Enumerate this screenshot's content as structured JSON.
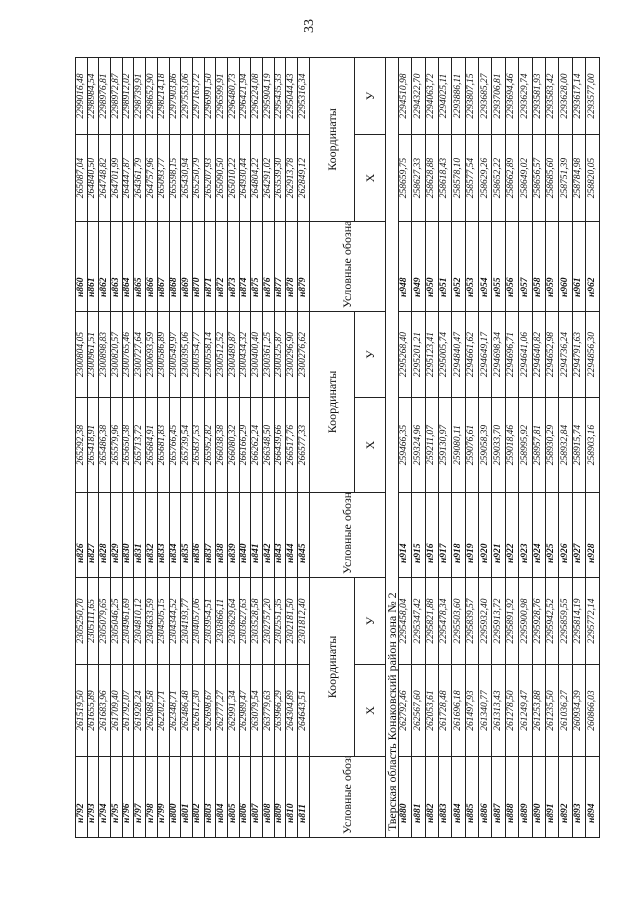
{
  "page_number": "33",
  "header": {
    "name": "Условные обозначения точки",
    "coords": "Координаты",
    "x": "Х",
    "y": "У"
  },
  "region_title": "Тверская область Конаковский район зона № 2",
  "section1": [
    [
      [
        "н792",
        "261519,50",
        "2305250,70"
      ],
      [
        "н826",
        "265292,38",
        "2300804,05"
      ],
      [
        "н860",
        "265087,04",
        "2299016,48"
      ]
    ],
    [
      [
        "н793",
        "261655,89",
        "2305111,65"
      ],
      [
        "н827",
        "265418,91",
        "2300961,51"
      ],
      [
        "н861",
        "264840,50",
        "2298984,54"
      ]
    ],
    [
      [
        "н794",
        "261683,96",
        "2305079,65"
      ],
      [
        "н828",
        "265486,38",
        "2300898,83"
      ],
      [
        "н862",
        "264748,82",
        "2298976,81"
      ]
    ],
    [
      [
        "н795",
        "261709,40",
        "2305046,25"
      ],
      [
        "н829",
        "265579,96",
        "2300820,57"
      ],
      [
        "н863",
        "264701,99",
        "2298972,87"
      ]
    ],
    [
      [
        "н796",
        "261792,07",
        "2304961,69"
      ],
      [
        "н830",
        "265650,38",
        "2300765,46"
      ],
      [
        "н864",
        "264447,87",
        "2298912,02"
      ]
    ],
    [
      [
        "н797",
        "261928,24",
        "2304810,12"
      ],
      [
        "н831",
        "265713,72",
        "2300727,64"
      ],
      [
        "н865",
        "264361,79",
        "2298739,91"
      ]
    ],
    [
      [
        "н798",
        "262088,58",
        "2304633,59"
      ],
      [
        "н832",
        "265684,91",
        "2300693,59"
      ],
      [
        "н866",
        "264757,96",
        "2298652,90"
      ]
    ],
    [
      [
        "н799",
        "262202,71",
        "2304505,15"
      ],
      [
        "н833",
        "265681,83",
        "2300586,89"
      ],
      [
        "н867",
        "265093,77",
        "2298214,18"
      ]
    ],
    [
      [
        "н800",
        "262348,71",
        "2304344,52"
      ],
      [
        "н834",
        "265766,45",
        "2300549,97"
      ],
      [
        "н868",
        "265598,15",
        "2297903,86"
      ]
    ],
    [
      [
        "н801",
        "262486,48",
        "2304193,77"
      ],
      [
        "н835",
        "265739,54",
        "2300395,06"
      ],
      [
        "н869",
        "265430,94",
        "2297553,06"
      ]
    ],
    [
      [
        "н802",
        "262612,30",
        "2304057,06"
      ],
      [
        "н836",
        "265837,53",
        "2300354,77"
      ],
      [
        "н870",
        "265250,79",
        "2297163,72"
      ]
    ],
    [
      [
        "н803",
        "262698,67",
        "2303954,51"
      ],
      [
        "н837",
        "265952,82",
        "2300558,14"
      ],
      [
        "н871",
        "265207,93",
        "2296991,50"
      ]
    ],
    [
      [
        "н804",
        "262777,27",
        "2303866,11"
      ],
      [
        "н838",
        "266038,38",
        "2300512,52"
      ],
      [
        "н872",
        "265090,50",
        "2296599,91"
      ]
    ],
    [
      [
        "н805",
        "262991,34",
        "2303629,64"
      ],
      [
        "н839",
        "266080,32",
        "2300489,87"
      ],
      [
        "н873",
        "265010,22",
        "2296480,73"
      ]
    ],
    [
      [
        "н806",
        "262989,47",
        "2303627,63"
      ],
      [
        "н840",
        "266166,29",
        "2300434,32"
      ],
      [
        "н874",
        "264930,44",
        "2296421,94"
      ]
    ],
    [
      [
        "н807",
        "263079,54",
        "2303528,58"
      ],
      [
        "н841",
        "266262,24",
        "2300400,40"
      ],
      [
        "н875",
        "264804,22",
        "2296224,08"
      ]
    ],
    [
      [
        "н808",
        "263779,63",
        "2302757,20"
      ],
      [
        "н842",
        "266348,50",
        "2300361,25"
      ],
      [
        "н876",
        "264291,02",
        "2295904,19"
      ]
    ],
    [
      [
        "н809",
        "263966,29",
        "2302551,35"
      ],
      [
        "н843",
        "266439,66",
        "2300325,87"
      ],
      [
        "н877",
        "263539,30",
        "2295435,33"
      ]
    ],
    [
      [
        "н810",
        "264304,89",
        "2302181,50"
      ],
      [
        "н844",
        "266517,76",
        "2300296,90"
      ],
      [
        "н878",
        "262913,78",
        "2295044,43"
      ]
    ],
    [
      [
        "н811",
        "264643,51",
        "2301812,40"
      ],
      [
        "н845",
        "266577,33",
        "2300276,62"
      ],
      [
        "н879",
        "262849,12",
        "2295316,34"
      ]
    ]
  ],
  "section2": [
    [
      [
        "н880",
        "262792,46",
        "2295458,04"
      ],
      [
        "н914",
        "259466,35",
        "2295268,40"
      ],
      [
        "н948",
        "258659,75",
        "2294510,98"
      ]
    ],
    [
      [
        "н881",
        "262567,60",
        "2295347,42"
      ],
      [
        "н915",
        "259324,96",
        "2295201,21"
      ],
      [
        "н949",
        "258627,33",
        "2294322,70"
      ]
    ],
    [
      [
        "н882",
        "262053,61",
        "2295821,88"
      ],
      [
        "н916",
        "259211,07",
        "2295123,41"
      ],
      [
        "н950",
        "258628,88",
        "2294063,72"
      ]
    ],
    [
      [
        "н883",
        "261728,48",
        "2295478,34"
      ],
      [
        "н917",
        "259130,97",
        "2295005,74"
      ],
      [
        "н951",
        "258618,43",
        "2294025,11"
      ]
    ],
    [
      [
        "н884",
        "261696,18",
        "2295503,60"
      ],
      [
        "н918",
        "259080,11",
        "2294840,47"
      ],
      [
        "н952",
        "258578,10",
        "2293886,11"
      ]
    ],
    [
      [
        "н885",
        "261497,93",
        "2295839,57"
      ],
      [
        "н919",
        "259076,61",
        "2294661,62"
      ],
      [
        "н953",
        "258577,54",
        "2293807,15"
      ]
    ],
    [
      [
        "н886",
        "261340,77",
        "2295932,40"
      ],
      [
        "н920",
        "259058,39",
        "2294649,17"
      ],
      [
        "н954",
        "258629,26",
        "2293685,27"
      ]
    ],
    [
      [
        "н887",
        "261313,43",
        "2295913,72"
      ],
      [
        "н921",
        "259033,70",
        "2294698,34"
      ],
      [
        "н955",
        "258652,22",
        "2293706,81"
      ]
    ],
    [
      [
        "н888",
        "261278,50",
        "2295891,92"
      ],
      [
        "н922",
        "259018,46",
        "2294696,71"
      ],
      [
        "н956",
        "258662,89",
        "2293694,46"
      ]
    ],
    [
      [
        "н889",
        "261249,47",
        "2295900,98"
      ],
      [
        "н923",
        "258995,92",
        "2294641,06"
      ],
      [
        "н957",
        "258649,02",
        "2293629,74"
      ]
    ],
    [
      [
        "н890",
        "261253,88",
        "2295928,76"
      ],
      [
        "н924",
        "258957,81",
        "2294640,82"
      ],
      [
        "н958",
        "258656,57",
        "2293581,93"
      ]
    ],
    [
      [
        "н891",
        "261235,50",
        "2295942,52"
      ],
      [
        "н925",
        "258930,29",
        "2294652,98"
      ],
      [
        "н959",
        "258685,60",
        "2293583,42"
      ]
    ],
    [
      [
        "н892",
        "261036,27",
        "2295859,55"
      ],
      [
        "н926",
        "258932,84",
        "2294736,24"
      ],
      [
        "н960",
        "258751,39",
        "2293628,00"
      ]
    ],
    [
      [
        "н893",
        "260934,39",
        "2295814,19"
      ],
      [
        "н927",
        "258915,74",
        "2294791,63"
      ],
      [
        "н961",
        "258784,98",
        "2293617,14"
      ]
    ],
    [
      [
        "н894",
        "260866,03",
        "2295772,14"
      ],
      [
        "н928",
        "258903,16",
        "2294856,30"
      ],
      [
        "н962",
        "258820,05",
        "2293577,00"
      ]
    ]
  ]
}
